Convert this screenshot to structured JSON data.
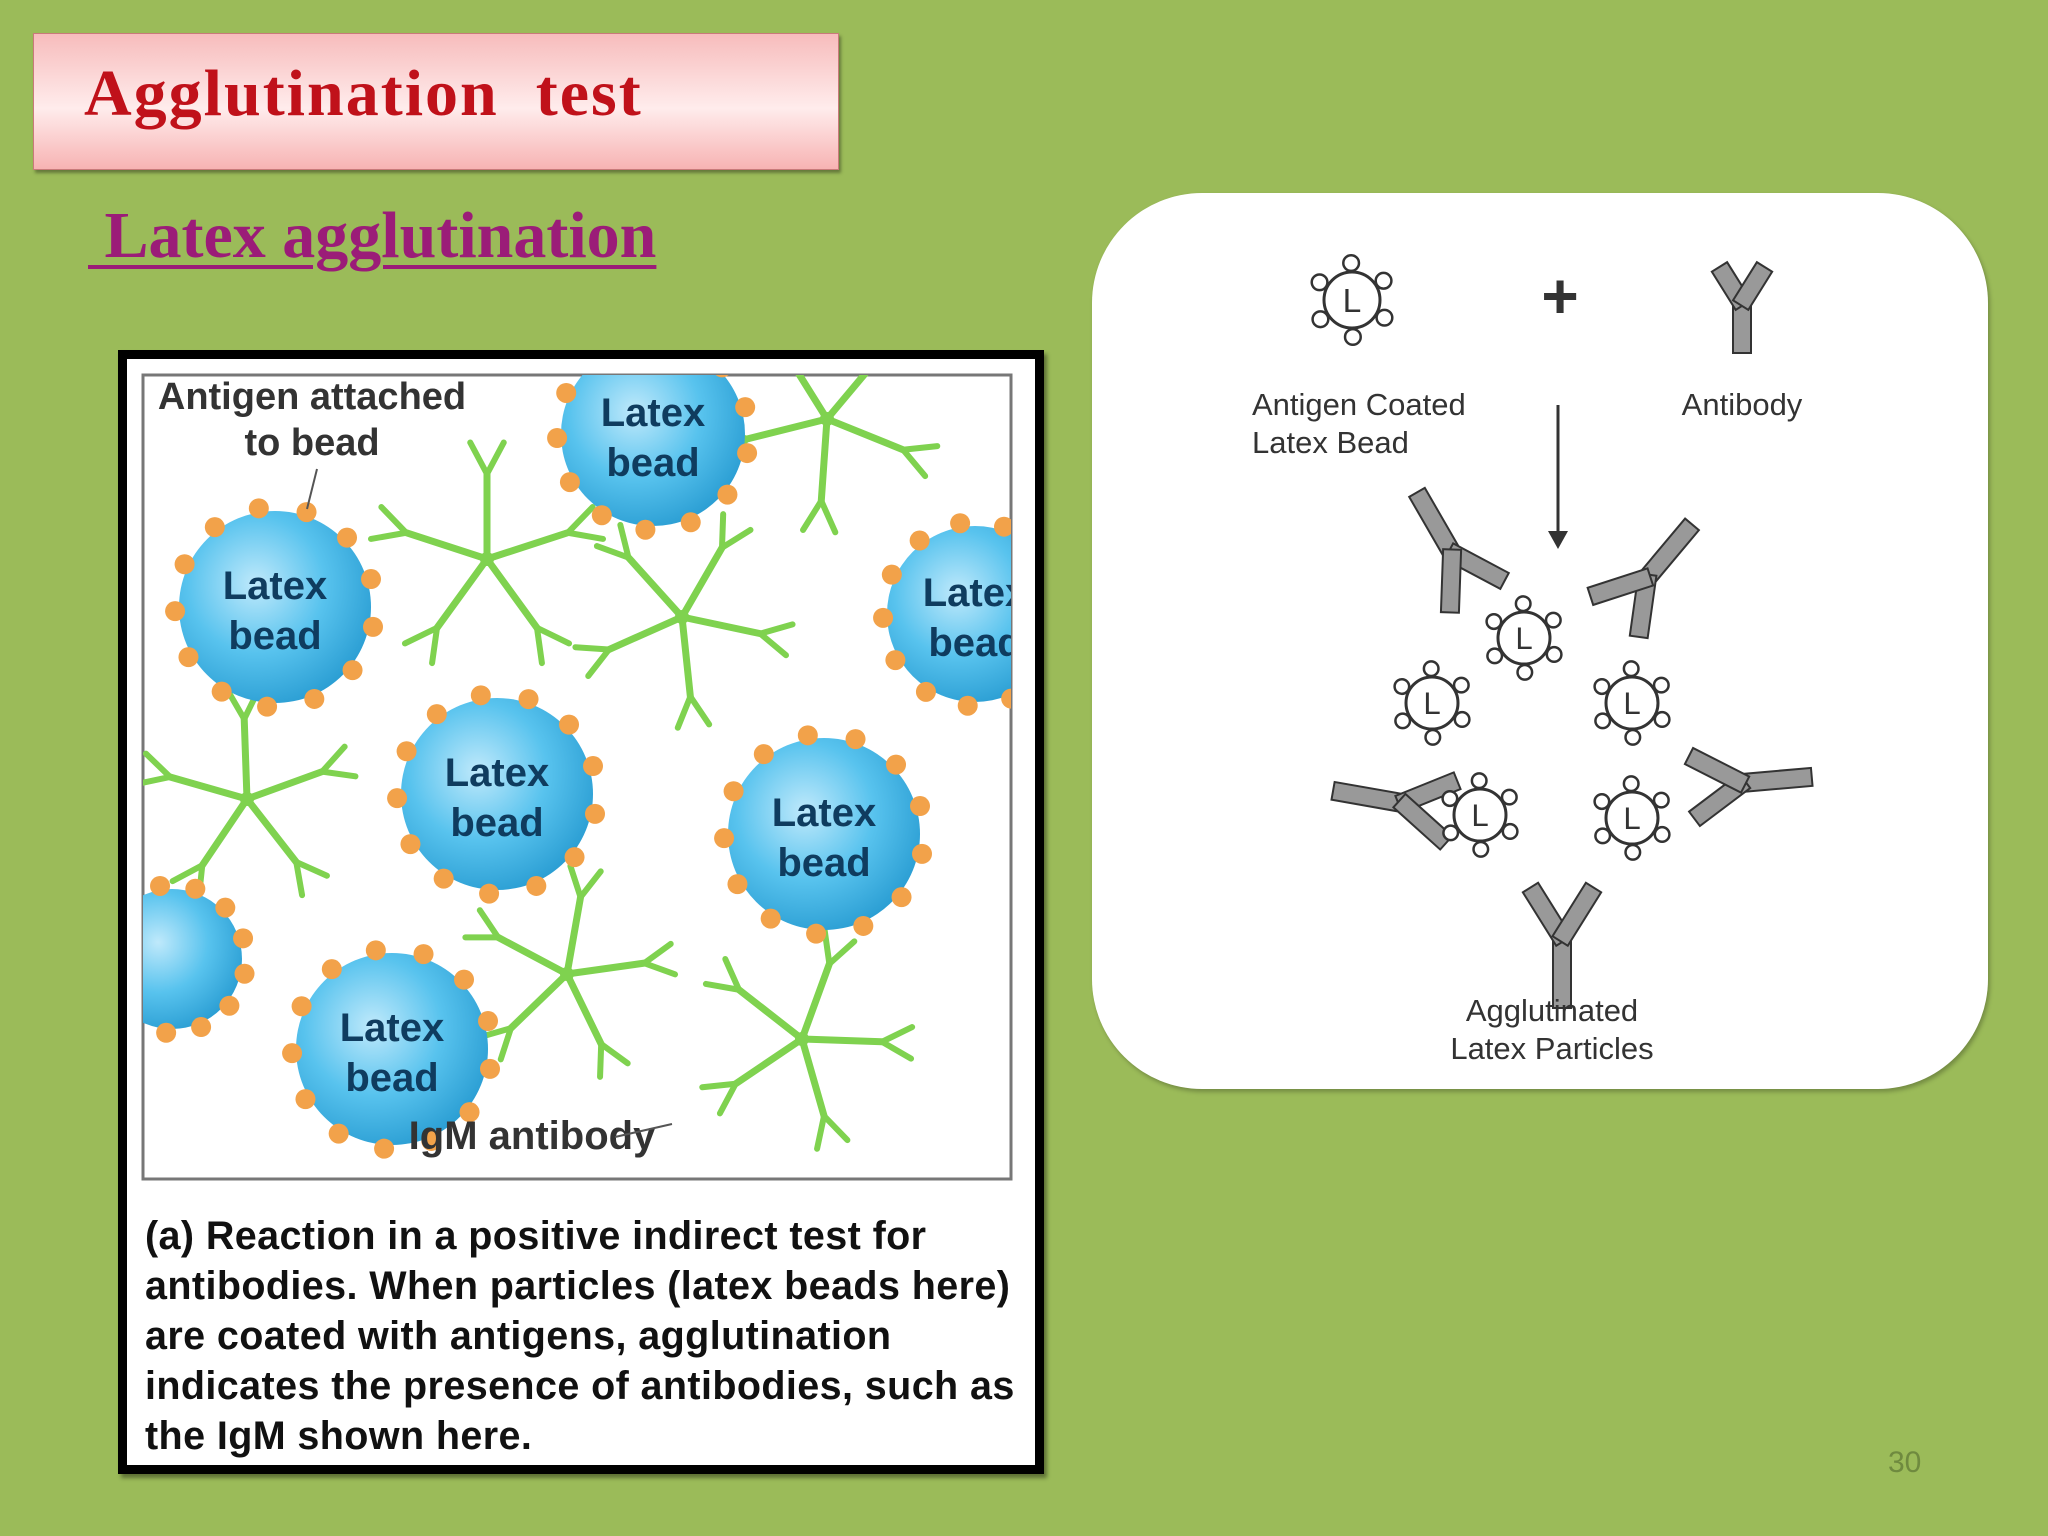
{
  "slide": {
    "title": "Agglutination  test",
    "subtitle": " Latex agglutination",
    "page_number": "30"
  },
  "left_figure": {
    "label_antigen": [
      "Antigen attached",
      "to bead"
    ],
    "bead_label": [
      "Latex",
      "bead"
    ],
    "label_igm": "IgM antibody",
    "caption_label": "(a)",
    "caption_text": " Reaction in a positive indirect test for antibodies. When particles (latex beads here) are coated with antigens, agglutination indicates the presence of antibodies, such as the IgM shown here."
  },
  "right_figure": {
    "plus": "+",
    "bead_letter": "L",
    "label_coated": [
      "Antigen Coated",
      "Latex Bead"
    ],
    "label_antibody": "Antibody",
    "label_agglutinated": [
      "Agglutinated",
      "Latex Particles"
    ]
  },
  "colors": {
    "background": "#9bbb59",
    "title_text": "#c0111a",
    "subtitle_text": "#9b1c78",
    "bead_blue": "#3fb4e6",
    "antigen_orange": "#f2a24a",
    "igm_green": "#7fd24f"
  }
}
